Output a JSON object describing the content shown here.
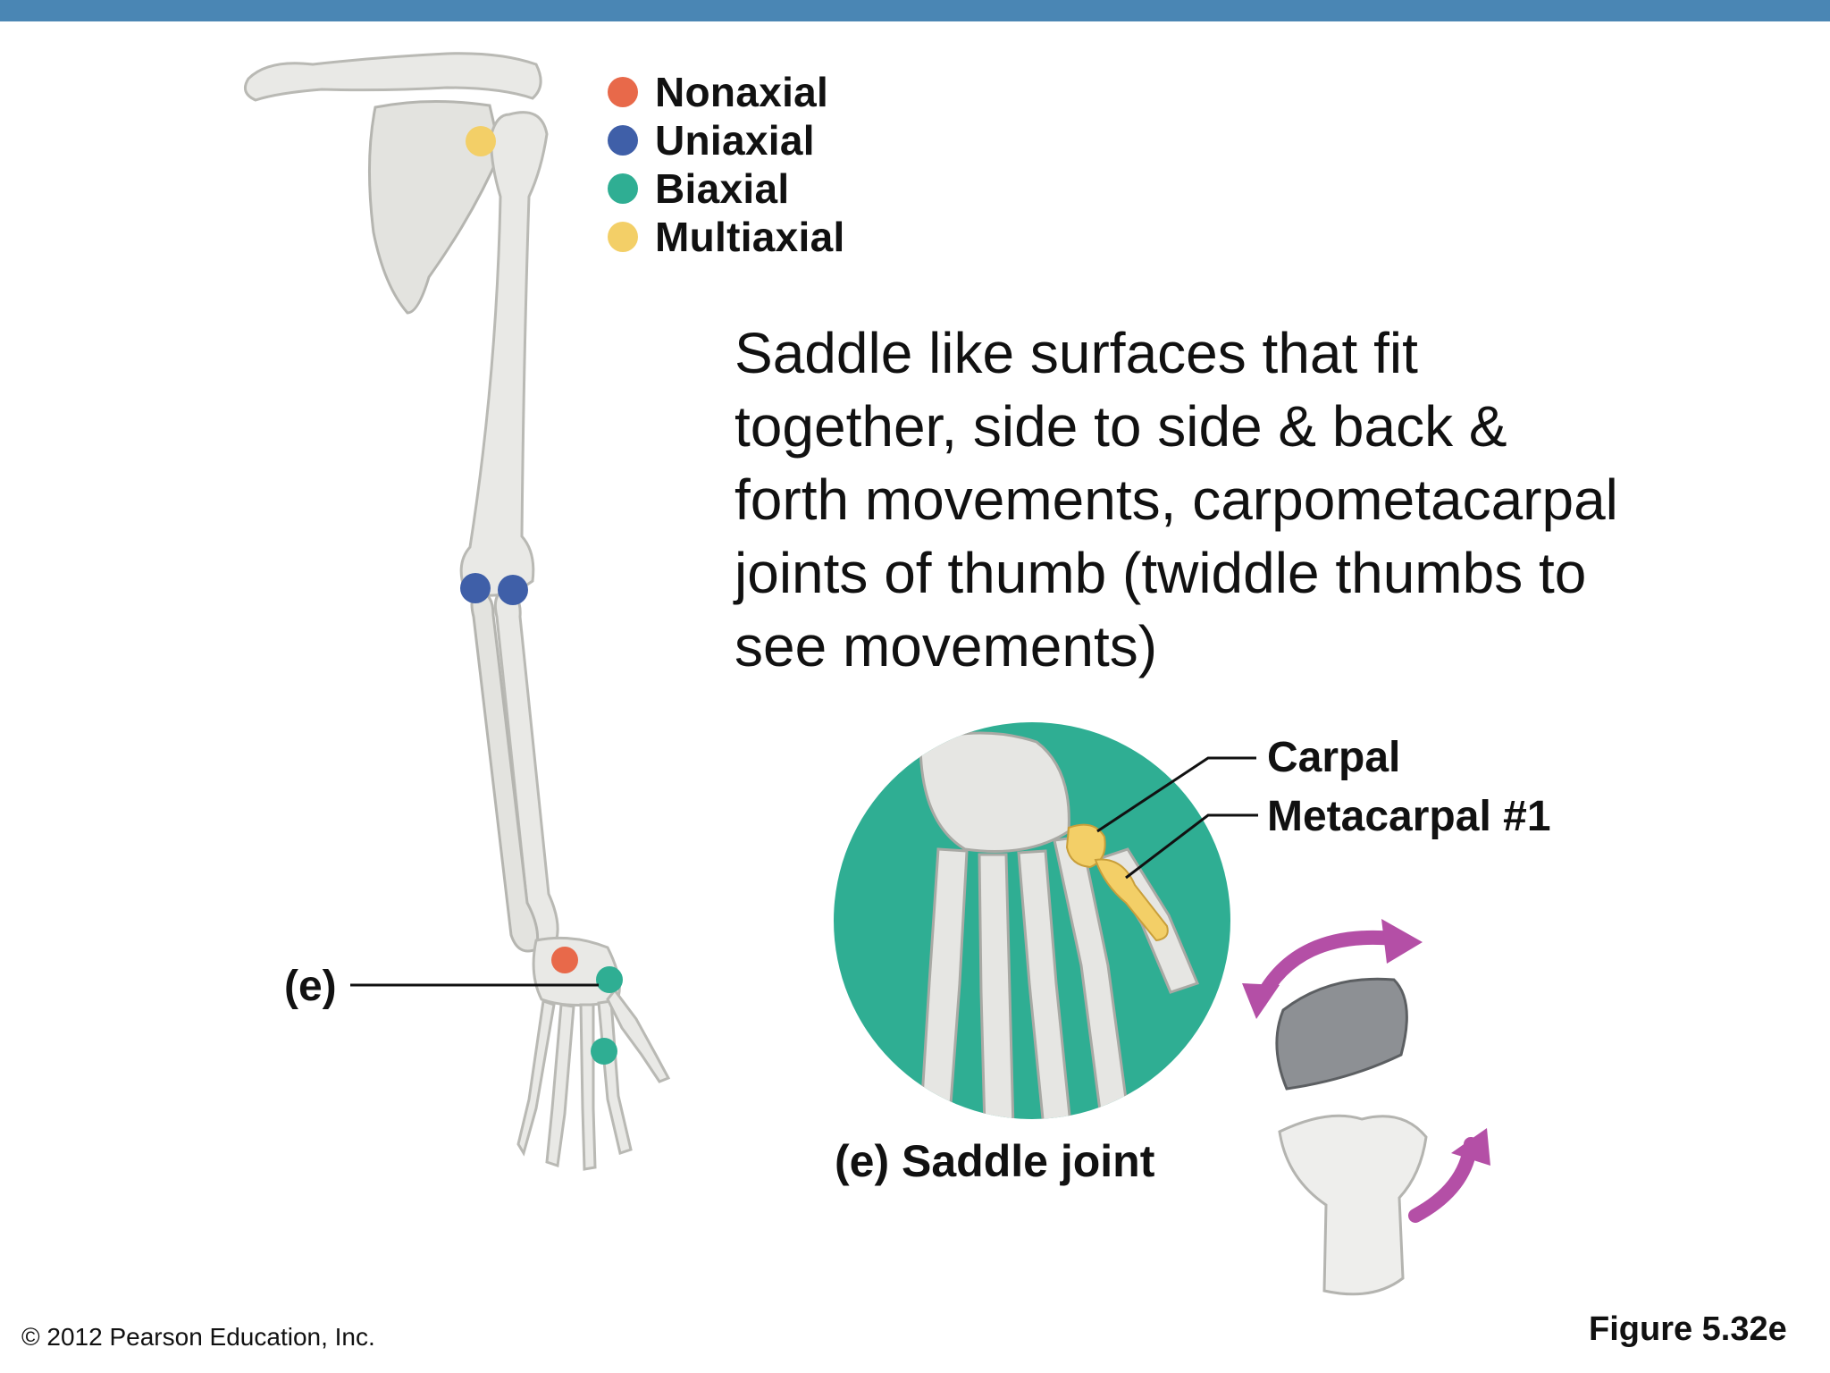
{
  "legend": {
    "items": [
      {
        "label": "Nonaxial",
        "color": "#e8694a"
      },
      {
        "label": "Uniaxial",
        "color": "#3f5fa8"
      },
      {
        "label": "Biaxial",
        "color": "#2fae93"
      },
      {
        "label": "Multiaxial",
        "color": "#f3cf67"
      }
    ]
  },
  "description": "Saddle like surfaces that fit together, side to side & back & forth movements, carpometacarpal joints of thumb (twiddle thumbs to see movements)",
  "labels": {
    "e_pointer": "(e)",
    "carpal": "Carpal",
    "metacarpal": "Metacarpal #1",
    "caption": "(e) Saddle joint"
  },
  "footer": {
    "copyright": "© 2012 Pearson Education, Inc.",
    "figure": "Figure 5.32e"
  },
  "colors": {
    "topbar": "#4a86b4",
    "inset_background": "#2fae93",
    "highlight_bone": "#f3cf67",
    "arrow": "#b44fa6",
    "bone": "#e9e9e6"
  }
}
